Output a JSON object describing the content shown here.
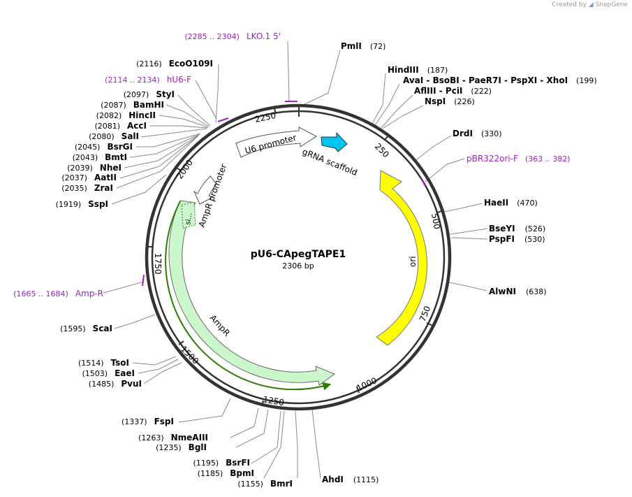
{
  "credit": {
    "prefix": "Created by",
    "brand": "SnapGene"
  },
  "plasmid": {
    "name": "pU6-CApegTAPE1",
    "length_label": "2306 bp"
  },
  "ticks": [
    "250",
    "500",
    "750",
    "1000",
    "1250",
    "1500",
    "1750",
    "2000",
    "2250"
  ],
  "sites": {
    "pml": {
      "name": "PmlI",
      "pos": "(72)"
    },
    "hind": {
      "name": "HindIII",
      "pos": "(187)"
    },
    "ava": {
      "name": "AvaI  - BsoBI  - PaeR7I  - PspXI  - XhoI",
      "pos": "(199)"
    },
    "afl": {
      "name": "AflIII  - PciI",
      "pos": "(222)"
    },
    "nsp": {
      "name": "NspI",
      "pos": "(226)"
    },
    "drd": {
      "name": "DrdI",
      "pos": "(330)"
    },
    "hae": {
      "name": "HaeII",
      "pos": "(470)"
    },
    "bsey": {
      "name": "BseYI",
      "pos": "(526)"
    },
    "pspf": {
      "name": "PspFI",
      "pos": "(530)"
    },
    "alwn": {
      "name": "AlwNI",
      "pos": "(638)"
    },
    "ahd": {
      "name": "AhdI",
      "pos": "(1115)"
    },
    "bmr": {
      "name": "BmrI",
      "pos": "(1155)"
    },
    "bpm": {
      "name": "BpmI",
      "pos": "(1185)"
    },
    "bsrf": {
      "name": "BsrFI",
      "pos": "(1195)"
    },
    "bgl": {
      "name": "BglI",
      "pos": "(1235)"
    },
    "nmea": {
      "name": "NmeAIII",
      "pos": "(1263)"
    },
    "fsp": {
      "name": "FspI",
      "pos": "(1337)"
    },
    "pvu": {
      "name": "PvuI",
      "pos": "(1485)"
    },
    "eae": {
      "name": "EaeI",
      "pos": "(1503)"
    },
    "tso": {
      "name": "TsoI",
      "pos": "(1514)"
    },
    "sca": {
      "name": "ScaI",
      "pos": "(1595)"
    },
    "ssp": {
      "name": "SspI",
      "pos": "(1919)"
    },
    "zra": {
      "name": "ZraI",
      "pos": "(2035)"
    },
    "aat": {
      "name": "AatII",
      "pos": "(2037)"
    },
    "nhe": {
      "name": "NheI",
      "pos": "(2039)"
    },
    "bmt": {
      "name": "BmtI",
      "pos": "(2043)"
    },
    "bsrg": {
      "name": "BsrGI",
      "pos": "(2045)"
    },
    "sal": {
      "name": "SalI",
      "pos": "(2080)"
    },
    "acc": {
      "name": "AccI",
      "pos": "(2081)"
    },
    "hinc": {
      "name": "HincII",
      "pos": "(2082)"
    },
    "bam": {
      "name": "BamHI",
      "pos": "(2087)"
    },
    "sty": {
      "name": "StyI",
      "pos": "(2097)"
    },
    "eco": {
      "name": "EcoO109I",
      "pos": "(2116)"
    }
  },
  "primers": {
    "lko": {
      "range": "(2285 .. 2304)",
      "name": "LKO.1 5'"
    },
    "hu6": {
      "range": "(2114 .. 2134)",
      "name": "hU6-F"
    },
    "pbr": {
      "name": "pBR322ori-F",
      "range": "(363 .. 382)"
    },
    "ampr": {
      "range": "(1665 .. 1684)",
      "name": "Amp-R"
    }
  },
  "features": {
    "u6": "U6 promoter",
    "grna": "gRNA scaffold",
    "ori": "ori",
    "ampr_promoter": "AmpR promoter",
    "ampr": "AmpR",
    "signal": "si..."
  },
  "colors": {
    "backbone": "#333333",
    "primer": "#a020c0",
    "ori": "#ffff00",
    "grna": "#00c4f0",
    "ampr": "#ccf7cc",
    "ampr_highlight": "#2e7d00",
    "leader": "#8a8a8a"
  }
}
